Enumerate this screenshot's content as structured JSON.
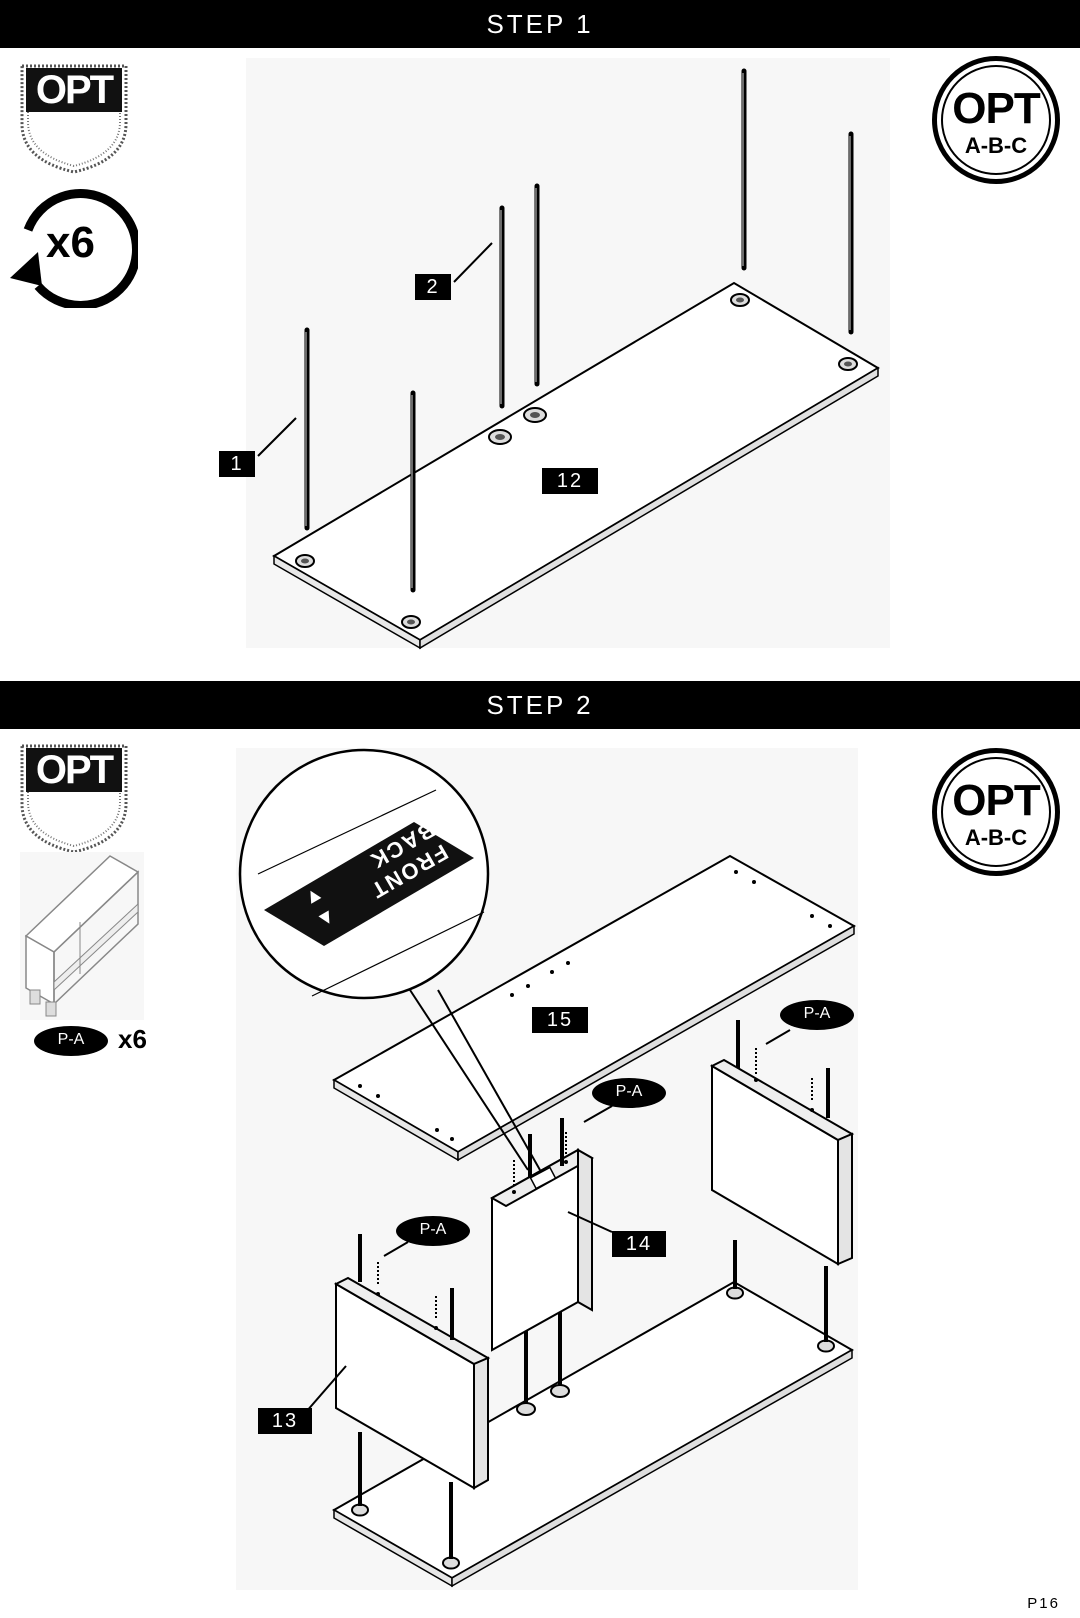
{
  "step1": {
    "header": "STEP 1",
    "shield_text": "OPT",
    "rotate_count": "x6",
    "badge": {
      "title": "OPT",
      "subtitle": "A-B-C"
    },
    "part_labels": {
      "p1": "1",
      "p2": "2",
      "p12": "12"
    }
  },
  "step2": {
    "header": "STEP 2",
    "shield_text": "OPT",
    "hardware": {
      "tag": "P-A",
      "count": "x6"
    },
    "badge": {
      "title": "OPT",
      "subtitle": "A-B-C"
    },
    "sticker": {
      "front": "FRONT",
      "back": "BACK"
    },
    "part_labels": {
      "p13": "13",
      "p14": "14",
      "p15": "15"
    },
    "callout_tag": "P-A"
  },
  "page_number": "P16",
  "colors": {
    "ink": "#000000",
    "paper": "#ffffff",
    "panel": "#f7f7f7"
  }
}
